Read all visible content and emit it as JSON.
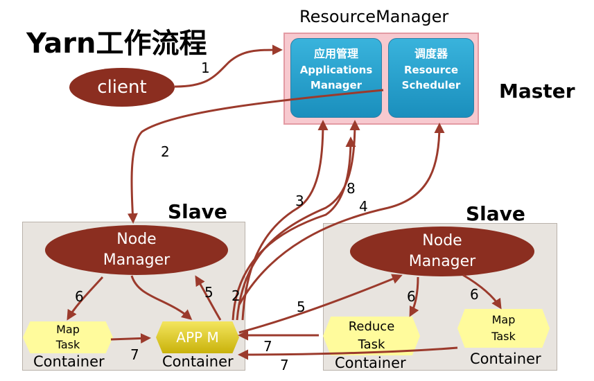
{
  "title": "Yarn工作流程",
  "resource_manager": {
    "title": "ResourceManager",
    "apps_manager": {
      "zh": "应用管理",
      "en1": "Applications",
      "en2": "Manager"
    },
    "scheduler": {
      "zh": "调度器",
      "en1": "Resource",
      "en2": "Scheduler"
    }
  },
  "master_label": "Master",
  "client_label": "client",
  "slave1": {
    "label": "Slave",
    "nm1": "Node",
    "nm2": "Manager",
    "map1": "Map",
    "map2": "Task",
    "map_container": "Container",
    "appm": "APP M",
    "appm_container": "Container"
  },
  "slave2": {
    "label": "Slave",
    "nm1": "Node",
    "nm2": "Manager",
    "reduce1": "Reduce",
    "reduce2": "Task",
    "reduce_container": "Container",
    "map1": "Map",
    "map2": "Task",
    "map_container": "Container"
  },
  "steps": {
    "s1": "1",
    "s2a": "2",
    "s2b": "2",
    "s3": "3",
    "s4": "4",
    "s5a": "5",
    "s5b": "5",
    "s6a": "6",
    "s6b": "6",
    "s6c": "6",
    "s7a": "7",
    "s7b": "7",
    "s7c": "7",
    "s8": "8"
  },
  "colors": {
    "arrow": "#9b3a2c",
    "ellipse": "#8b2e20",
    "rm_bg": "#f7c9cf",
    "blue": "#2aa3cf"
  }
}
